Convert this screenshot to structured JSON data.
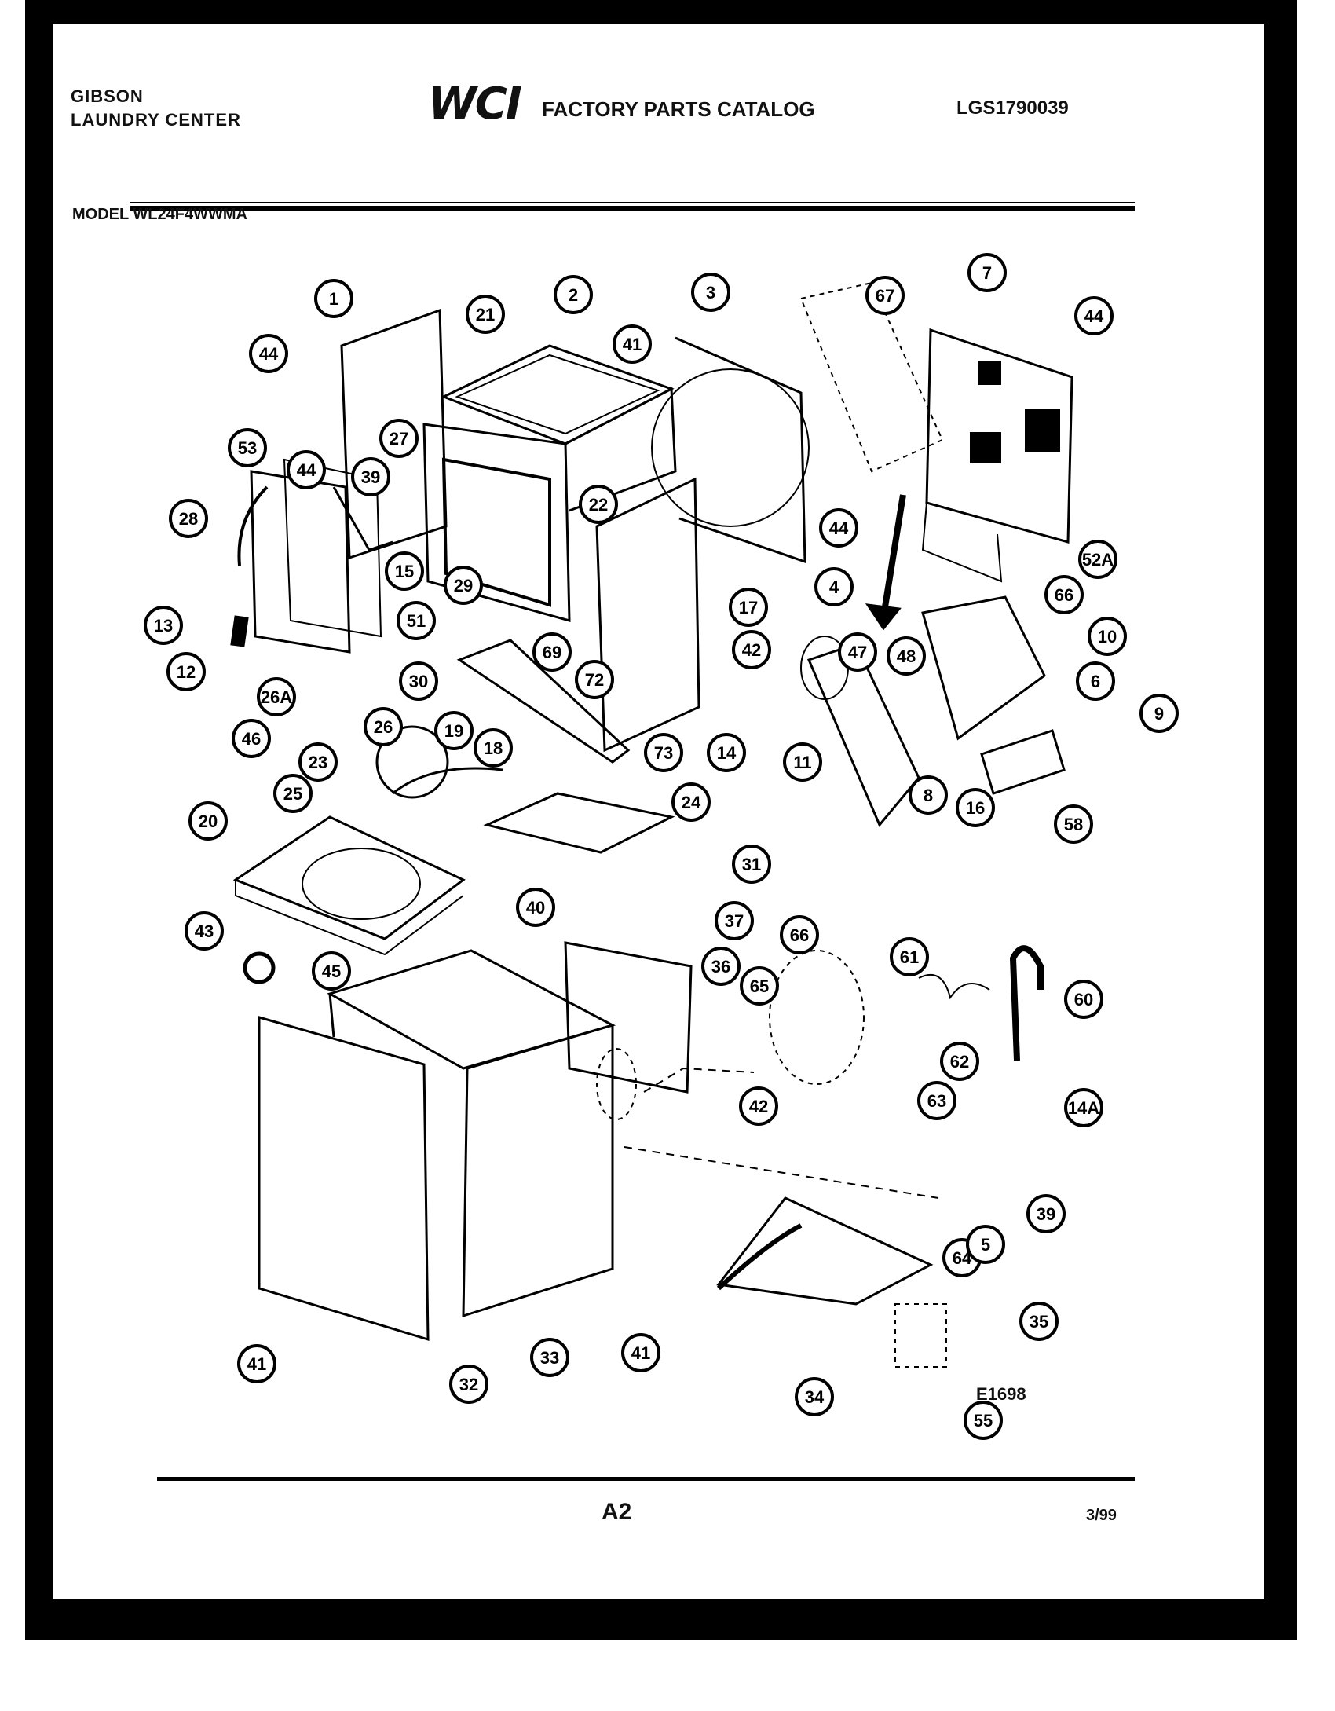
{
  "header": {
    "brand_line1": "GIBSON",
    "brand_line2": "LAUNDRY CENTER",
    "logo": "WCI",
    "catalog_title": "FACTORY PARTS CATALOG",
    "doc_number": "LGS1790039",
    "model": "MODEL WL24F4WWMA"
  },
  "footer": {
    "drawing_code": "E1698",
    "page_label": "A2",
    "date": "3/99"
  },
  "callouts": [
    {
      "label": "1"
    },
    {
      "label": "2"
    },
    {
      "label": "3"
    },
    {
      "label": "67"
    },
    {
      "label": "7"
    },
    {
      "label": "44"
    },
    {
      "label": "44"
    },
    {
      "label": "21"
    },
    {
      "label": "41"
    },
    {
      "label": "53"
    },
    {
      "label": "44"
    },
    {
      "label": "27"
    },
    {
      "label": "39"
    },
    {
      "label": "22"
    },
    {
      "label": "28"
    },
    {
      "label": "15"
    },
    {
      "label": "29"
    },
    {
      "label": "44"
    },
    {
      "label": "52A"
    },
    {
      "label": "66"
    },
    {
      "label": "13"
    },
    {
      "label": "12"
    },
    {
      "label": "51"
    },
    {
      "label": "69"
    },
    {
      "label": "17"
    },
    {
      "label": "4"
    },
    {
      "label": "10"
    },
    {
      "label": "6"
    },
    {
      "label": "47"
    },
    {
      "label": "48"
    },
    {
      "label": "42"
    },
    {
      "label": "72"
    },
    {
      "label": "30"
    },
    {
      "label": "26A"
    },
    {
      "label": "46"
    },
    {
      "label": "26"
    },
    {
      "label": "19"
    },
    {
      "label": "18"
    },
    {
      "label": "23"
    },
    {
      "label": "25"
    },
    {
      "label": "73"
    },
    {
      "label": "14"
    },
    {
      "label": "11"
    },
    {
      "label": "8"
    },
    {
      "label": "16"
    },
    {
      "label": "9"
    },
    {
      "label": "58"
    },
    {
      "label": "24"
    },
    {
      "label": "20"
    },
    {
      "label": "31"
    },
    {
      "label": "40"
    },
    {
      "label": "37"
    },
    {
      "label": "43"
    },
    {
      "label": "36"
    },
    {
      "label": "45"
    },
    {
      "label": "66"
    },
    {
      "label": "65"
    },
    {
      "label": "61"
    },
    {
      "label": "60"
    },
    {
      "label": "62"
    },
    {
      "label": "63"
    },
    {
      "label": "14A"
    },
    {
      "label": "42"
    },
    {
      "label": "39"
    },
    {
      "label": "64"
    },
    {
      "label": "5"
    },
    {
      "label": "35"
    },
    {
      "label": "41"
    },
    {
      "label": "32"
    },
    {
      "label": "33"
    },
    {
      "label": "41"
    },
    {
      "label": "34"
    },
    {
      "label": "55"
    }
  ]
}
